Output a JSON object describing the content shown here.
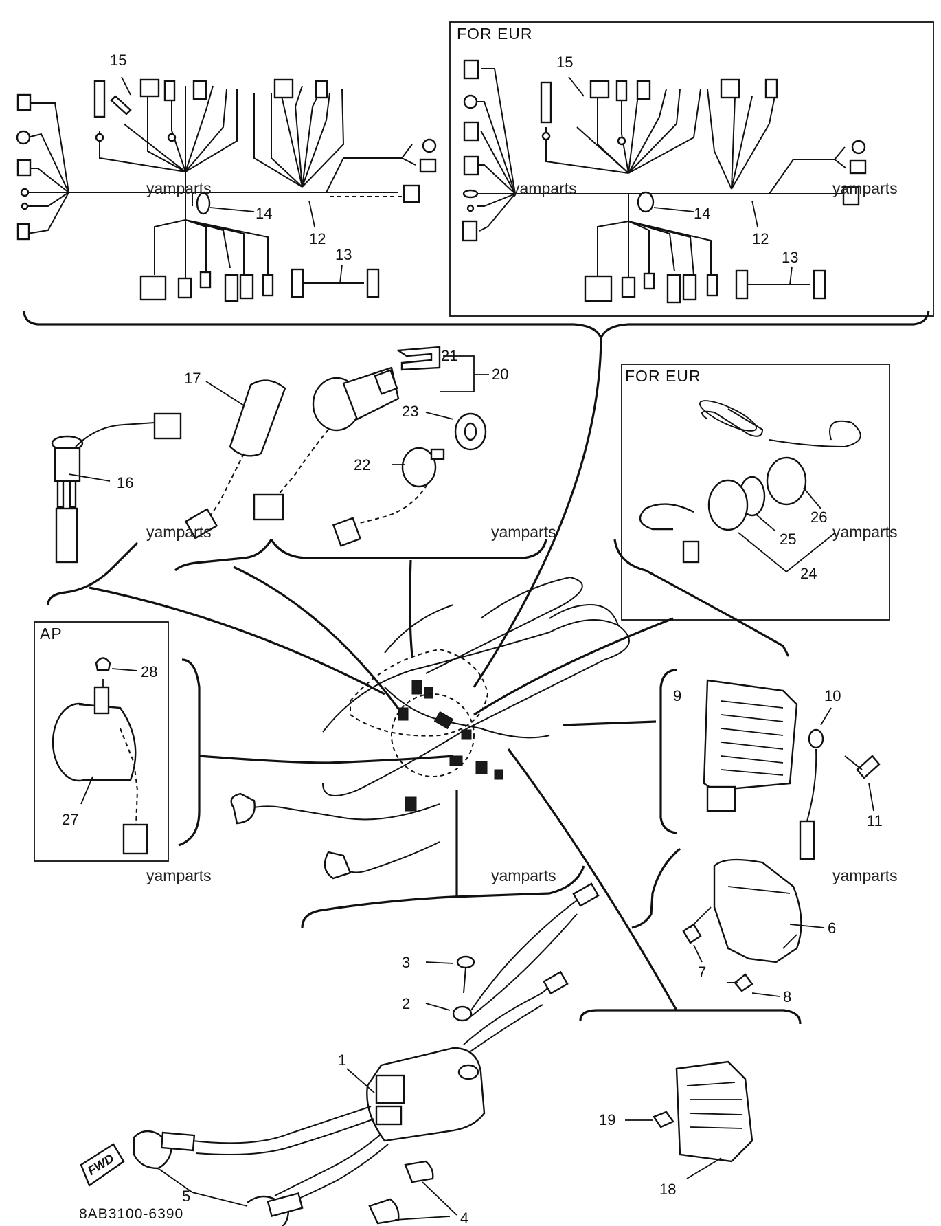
{
  "diagram": {
    "box_titles": {
      "harness_eur": "FOR EUR",
      "switch_eur": "FOR EUR",
      "ap": "AP"
    },
    "part_numbers": {
      "p1": "1",
      "p2": "2",
      "p3": "3",
      "p4": "4",
      "p5": "5",
      "p6": "6",
      "p7": "7",
      "p8": "8",
      "p9": "9",
      "p10": "10",
      "p11": "11",
      "p12": "12",
      "p12b": "12",
      "p13": "13",
      "p13b": "13",
      "p14": "14",
      "p14b": "14",
      "p15": "15",
      "p15b": "15",
      "p16": "16",
      "p17": "17",
      "p18": "18",
      "p19": "19",
      "p20": "20",
      "p21": "21",
      "p22": "22",
      "p23": "23",
      "p24": "24",
      "p25": "25",
      "p26": "26",
      "p27": "27",
      "p28": "28"
    },
    "watermark": "yamparts",
    "fwd_label": "FWD",
    "drawing_code": "8AB3100-6390"
  }
}
